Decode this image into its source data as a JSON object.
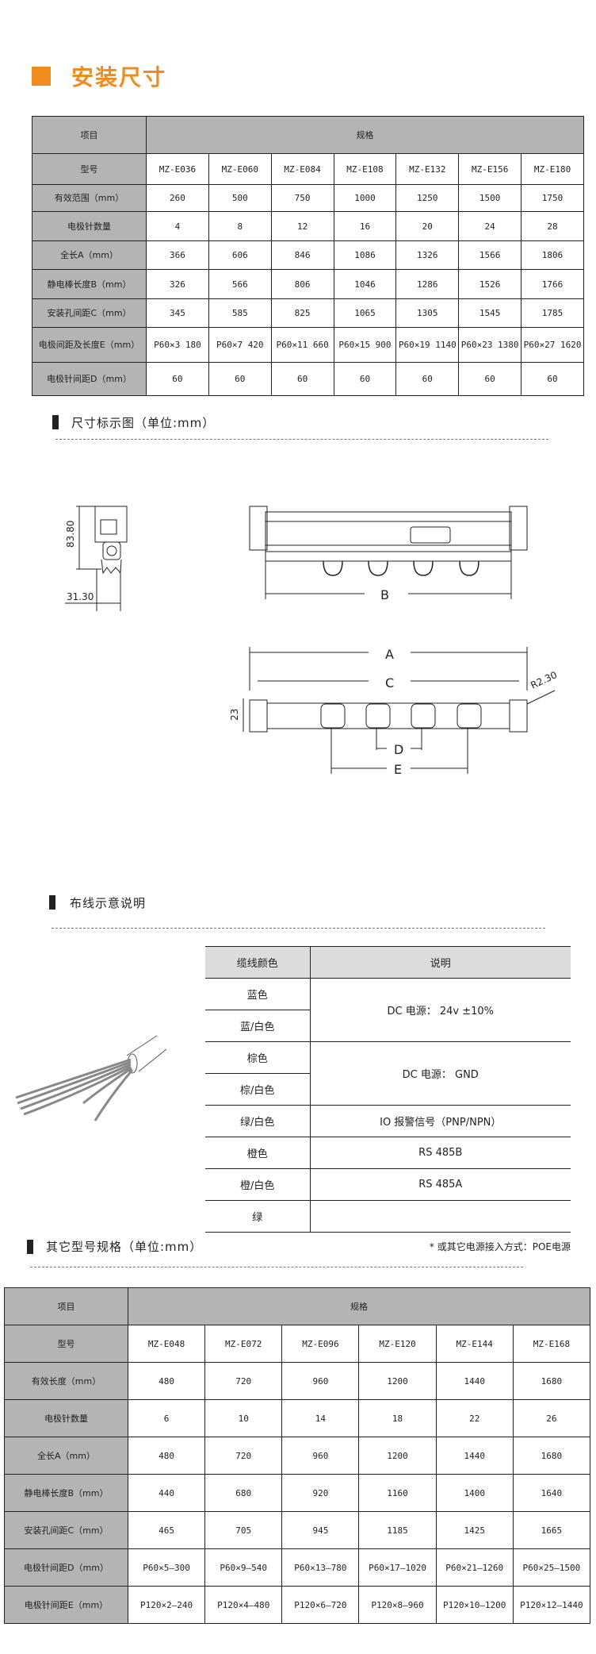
{
  "title": "安装尺寸",
  "table1": {
    "header": {
      "item": "项目",
      "spec": "规格"
    },
    "rows": [
      {
        "label": "型号",
        "values": [
          "MZ-E036",
          "MZ-E060",
          "MZ-E084",
          "MZ-E108",
          "MZ-E132",
          "MZ-E156",
          "MZ-E180"
        ]
      },
      {
        "label": "有效范围（mm）",
        "values": [
          "260",
          "500",
          "750",
          "1000",
          "1250",
          "1500",
          "1750"
        ]
      },
      {
        "label": "电极针数量",
        "values": [
          "4",
          "8",
          "12",
          "16",
          "20",
          "24",
          "28"
        ]
      },
      {
        "label": "全长A（mm）",
        "values": [
          "366",
          "606",
          "846",
          "1086",
          "1326",
          "1566",
          "1806"
        ]
      },
      {
        "label": "静电棒长度B（mm）",
        "values": [
          "326",
          "566",
          "806",
          "1046",
          "1286",
          "1526",
          "1766"
        ]
      },
      {
        "label": "安装孔间距C（mm）",
        "values": [
          "345",
          "585",
          "825",
          "1065",
          "1305",
          "1545",
          "1785"
        ]
      },
      {
        "label": "电极间距及长度E（mm）",
        "values": [
          "P60×3 180",
          "P60×7 420",
          "P60×11 660",
          "P60×15 900",
          "P60×19 1140",
          "P60×23 1380",
          "P60×27 1620"
        ]
      },
      {
        "label": "电极针间距D（mm）",
        "values": [
          "60",
          "60",
          "60",
          "60",
          "60",
          "60",
          "60"
        ]
      }
    ]
  },
  "dimension_section": {
    "title": "尺寸标示图（单位:mm）",
    "labels": {
      "height": "83.80",
      "width": "31.30",
      "a": "A",
      "b": "B",
      "c": "C",
      "d": "D",
      "e": "E",
      "thickness": "23",
      "radius": "R2.30"
    }
  },
  "wiring_section": {
    "title": "布线示意说明",
    "header": {
      "color": "缆线颜色",
      "desc": "说明"
    },
    "rows": [
      {
        "color": "蓝色"
      },
      {
        "color": "蓝/白色"
      },
      {
        "color": "棕色"
      },
      {
        "color": "棕/白色"
      },
      {
        "color": "绿/白色",
        "desc": "IO 报警信号（PNP/NPN）"
      },
      {
        "color": "橙色",
        "desc": "RS 485B"
      },
      {
        "color": "橙/白色",
        "desc": "RS 485A"
      },
      {
        "color": "绿",
        "desc": ""
      }
    ],
    "merged_desc": [
      "DC 电源： 24v ±10%",
      "DC 电源： GND"
    ]
  },
  "other_section": {
    "title": "其它型号规格（单位:mm）",
    "note": "* 或其它电源接入方式：POE电源"
  },
  "table2": {
    "header": {
      "item": "项目",
      "spec": "规格"
    },
    "rows": [
      {
        "label": "型号",
        "values": [
          "MZ-E048",
          "MZ-E072",
          "MZ-E096",
          "MZ-E120",
          "MZ-E144",
          "MZ-E168"
        ]
      },
      {
        "label": "有效长度（mm）",
        "values": [
          "480",
          "720",
          "960",
          "1200",
          "1440",
          "1680"
        ]
      },
      {
        "label": "电极针数量",
        "values": [
          "6",
          "10",
          "14",
          "18",
          "22",
          "26"
        ]
      },
      {
        "label": "全长A（mm）",
        "values": [
          "480",
          "720",
          "960",
          "1200",
          "1440",
          "1680"
        ]
      },
      {
        "label": "静电棒长度B（mm）",
        "values": [
          "440",
          "680",
          "920",
          "1160",
          "1400",
          "1640"
        ]
      },
      {
        "label": "安装孔间距C（mm）",
        "values": [
          "465",
          "705",
          "945",
          "1185",
          "1425",
          "1665"
        ]
      },
      {
        "label": "电极针间距D（mm）",
        "values": [
          "P60×5—300",
          "P60×9—540",
          "P60×13—780",
          "P60×17—1020",
          "P60×21—1260",
          "P60×25—1500"
        ]
      },
      {
        "label": "电极针间距E（mm）",
        "values": [
          "P120×2—240",
          "P120×4—480",
          "P120×6—720",
          "P120×8—960",
          "P120×10—1200",
          "P120×12—1440"
        ]
      }
    ]
  },
  "colors": {
    "accent": "#f08c1e",
    "header_gray": "#b4b4b4",
    "wire_header": "#dcdcdc"
  }
}
